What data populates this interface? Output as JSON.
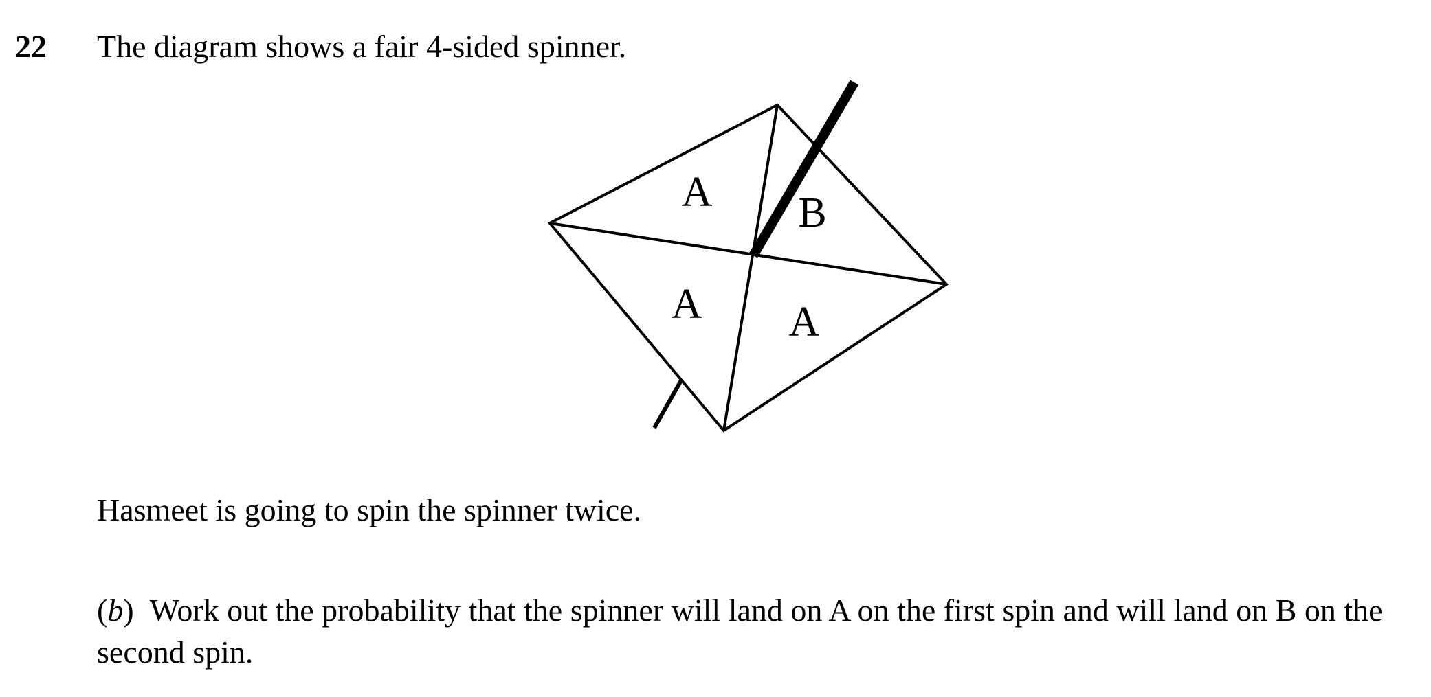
{
  "question": {
    "number": "22",
    "intro": "The diagram shows a fair 4-sided spinner.",
    "statement": "Hasmeet is going to spin the spinner twice.",
    "part_b": {
      "label_open": "(",
      "label_letter": "b",
      "label_close": ")",
      "text": "Work out the probability that the spinner will land on A on the first spin and will land on B on the second spin."
    }
  },
  "spinner": {
    "sectors": [
      {
        "position": "top-left",
        "label": "A"
      },
      {
        "position": "top-right",
        "label": "B"
      },
      {
        "position": "bottom-left",
        "label": "A"
      },
      {
        "position": "bottom-right",
        "label": "A"
      }
    ]
  }
}
